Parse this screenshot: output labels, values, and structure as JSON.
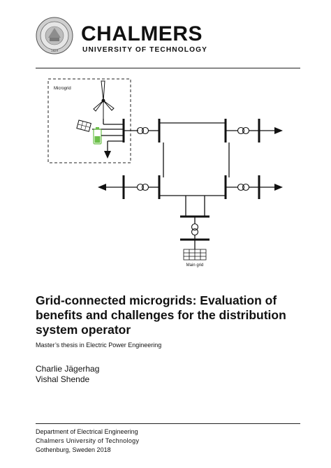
{
  "header": {
    "brand": "CHALMERS",
    "brand_subtitle": "UNIVERSITY OF TECHNOLOGY",
    "seal_year": "1829"
  },
  "diagram": {
    "microgrid_label": "Microgrid",
    "main_grid_label": "Main grid"
  },
  "title": "Grid-connected microgrids: Evaluation of benefits and challenges for the distribution system operator",
  "subtitle": "Master’s thesis in Electric Power Engineering",
  "authors": [
    "Charlie Jägerhag",
    "Vishal Shende"
  ],
  "footer": {
    "department": "Department of Electrical Engineering",
    "university": "Chalmers University of Technology",
    "location_year": "Gothenburg, Sweden 2018"
  },
  "colors": {
    "battery_green": "#6cc04a",
    "text": "#111111"
  }
}
